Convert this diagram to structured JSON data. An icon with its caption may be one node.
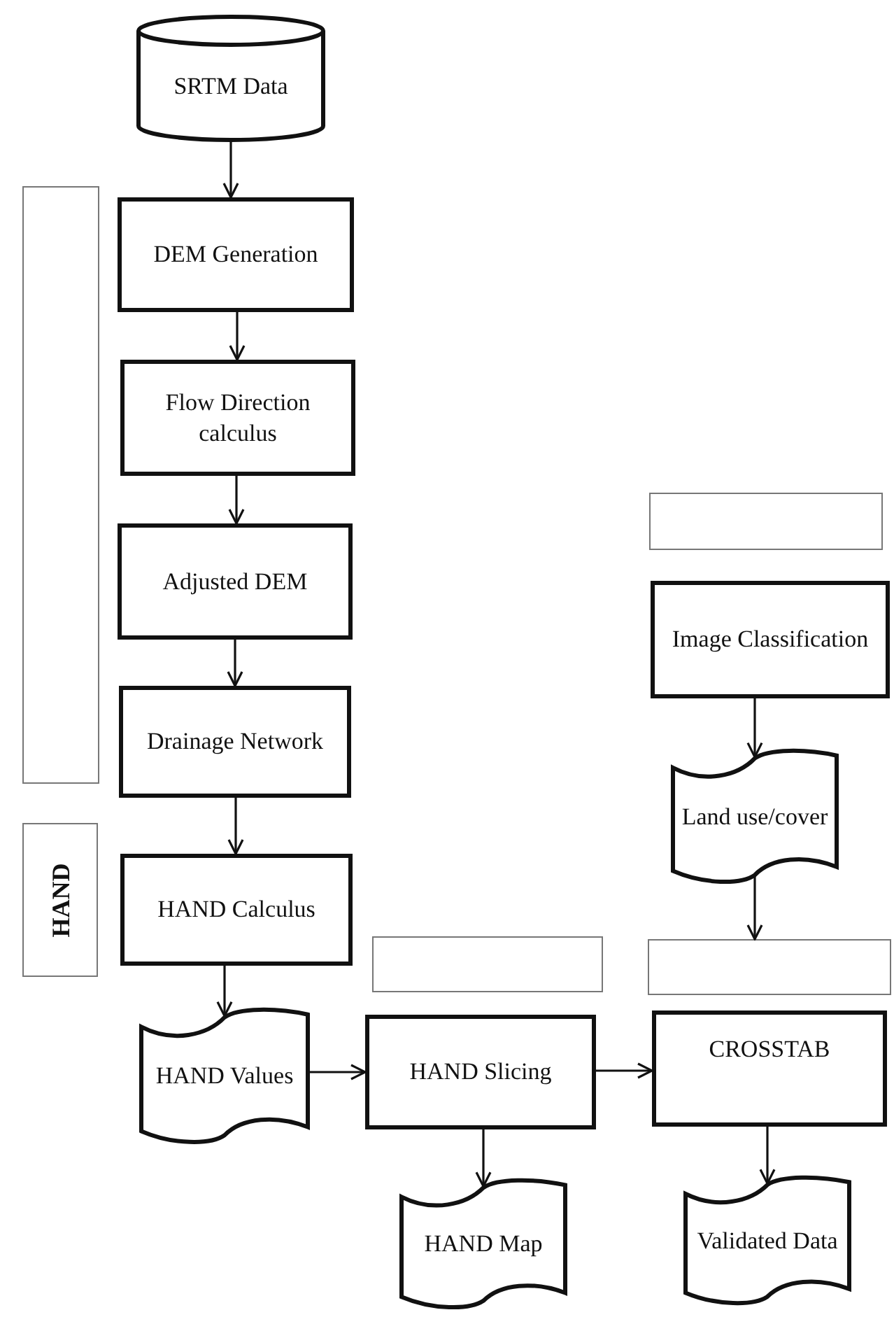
{
  "diagram": {
    "nodes": [
      {
        "text": [
          "SRTM Data"
        ]
      },
      {
        "text": [],
        "shape": "box"
      },
      {
        "text": [
          "DEM Generation"
        ]
      },
      {
        "text": [
          "Flow Direction calculus"
        ]
      },
      {
        "text": [
          "Adjusted DEM"
        ]
      },
      {
        "text": [],
        "shape": "box"
      },
      {
        "text": [
          "Image Classification"
        ]
      },
      {
        "text": [
          "Drainage Network"
        ]
      },
      {
        "text": [
          "Land use/cover"
        ]
      },
      {
        "text": [
          "HAND"
        ]
      },
      {
        "text": [
          "HAND Calculus"
        ]
      },
      {
        "text": [],
        "shape": "box"
      },
      {
        "text": [],
        "shape": "box"
      },
      {
        "text": [
          "HAND Values"
        ]
      },
      {
        "text": [
          "HAND Slicing"
        ]
      },
      {
        "text": [
          "CROSSTAB"
        ]
      },
      {
        "text": [
          "HAND Map"
        ]
      },
      {
        "text": [
          "Validated Data"
        ]
      }
    ],
    "edges": [
      {
        "from": 0,
        "to": 2,
        "arrow": "to"
      },
      {
        "from": 2,
        "to": 3,
        "arrow": "to"
      },
      {
        "from": 3,
        "to": 4,
        "arrow": "to"
      },
      {
        "from": 4,
        "to": 7,
        "arrow": "to"
      },
      {
        "from": 7,
        "to": 10,
        "arrow": "to"
      },
      {
        "from": 10,
        "to": 13,
        "arrow": "to"
      },
      {
        "from": 13,
        "to": 14,
        "arrow": "to"
      },
      {
        "from": 14,
        "to": 15,
        "arrow": "to"
      },
      {
        "from": 14,
        "to": 16,
        "arrow": "to"
      },
      {
        "from": 6,
        "to": 8,
        "arrow": "to"
      },
      {
        "from": 8,
        "to": 12,
        "arrow": "to"
      },
      {
        "from": 15,
        "to": 17,
        "arrow": "to"
      }
    ]
  }
}
